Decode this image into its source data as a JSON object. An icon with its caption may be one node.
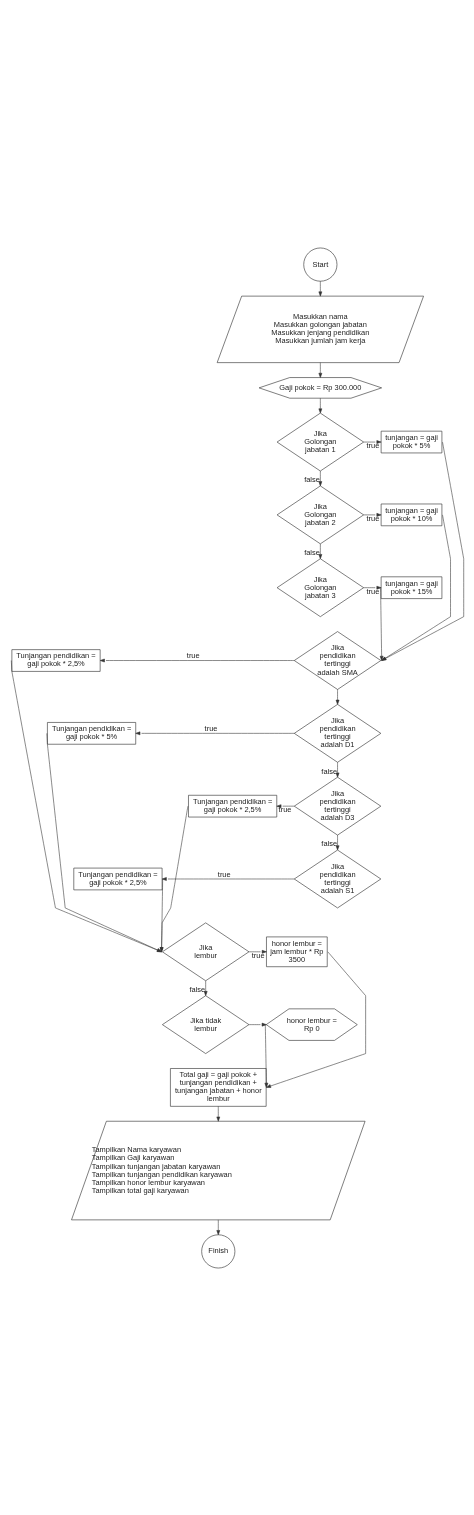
{
  "diagram": {
    "nodes": [
      {
        "text": [
          "Start"
        ]
      },
      {
        "text": [
          "Masukkan nama",
          "Masukkan golongan jabatan",
          "Masukkan jenjang pendidikan",
          "Masukkan jumlah jam kerja"
        ]
      },
      {
        "text": [
          "Gaji pokok = Rp 300.000"
        ]
      },
      {
        "text": [
          "Jika Golongan jabatan 1"
        ]
      },
      {
        "text": [
          "tunjangan = gaji pokok * 5%"
        ]
      },
      {
        "text": [
          "Jika Golongan jabatan 2"
        ]
      },
      {
        "text": [
          "tunjangan = gaji pokok * 10%"
        ]
      },
      {
        "text": [
          "Jika Golongan jabatan 3"
        ]
      },
      {
        "text": [
          "tunjangan = gaji pokok * 15%"
        ]
      },
      {
        "text": [
          "Jika pendidikan tertinggi adalah SMA"
        ]
      },
      {
        "text": [
          "Tunjangan pendidikan = gaji pokok * 2,5%"
        ]
      },
      {
        "text": [
          "Jika pendidikan tertinggi adalah D1"
        ]
      },
      {
        "text": [
          "Tunjangan pendidikan = gaji pokok * 5%"
        ]
      },
      {
        "text": [
          "Jika pendidikan tertinggi adalah D3"
        ]
      },
      {
        "text": [
          "Tunjangan pendidikan = gaji pokok * 2,5%"
        ]
      },
      {
        "text": [
          "Jika pendidikan tertinggi adalah S1"
        ]
      },
      {
        "text": [
          "Tunjangan pendidikan = gaji pokok * 2,5%"
        ]
      },
      {
        "text": [
          "Jika lembur"
        ]
      },
      {
        "text": [
          "honor lembur = jam lembur * Rp 3500"
        ]
      },
      {
        "text": [
          "Jika tidak lembur"
        ]
      },
      {
        "text": [
          "honor lembur = Rp 0"
        ]
      },
      {
        "text": [
          "Total gaji = gaji pokok + tunjangan pendidikan + tunjangan jabatan + honor lembur"
        ]
      },
      {
        "text": [
          "Tampilkan Nama karyawan",
          "Tampilkan Gaji karyawan",
          "Tampilkan tunjangan jabatan karyawan",
          "Tampilkan tunjangan pendidikan karyawan",
          "Tampilkan honor lembur karyawan",
          "Tampilkan total gaji karyawan"
        ]
      },
      {
        "text": [
          "Finish"
        ]
      }
    ],
    "edges": [
      {
        "from": 0,
        "to": 1,
        "arrow": "to"
      },
      {
        "from": 1,
        "to": 2,
        "arrow": "to"
      },
      {
        "from": 2,
        "to": 3,
        "arrow": "to"
      },
      {
        "from": 3,
        "to": 4,
        "arrow": "to",
        "label": "true"
      },
      {
        "from": 3,
        "to": 5,
        "arrow": "to",
        "label": "false"
      },
      {
        "from": 5,
        "to": 6,
        "arrow": "to",
        "label": "true"
      },
      {
        "from": 5,
        "to": 7,
        "arrow": "to",
        "label": "false"
      },
      {
        "from": 7,
        "to": 8,
        "arrow": "to",
        "label": "true"
      },
      {
        "from": 4,
        "to": 9,
        "arrow": "to"
      },
      {
        "from": 6,
        "to": 9,
        "arrow": "to"
      },
      {
        "from": 8,
        "to": 9,
        "arrow": "to"
      },
      {
        "from": 9,
        "to": 10,
        "arrow": "to",
        "label": "true"
      },
      {
        "from": 9,
        "to": 11,
        "arrow": "to"
      },
      {
        "from": 11,
        "to": 12,
        "arrow": "to",
        "label": "true"
      },
      {
        "from": 11,
        "to": 13,
        "arrow": "to",
        "label": "false"
      },
      {
        "from": 13,
        "to": 14,
        "arrow": "to",
        "label": "true"
      },
      {
        "from": 13,
        "to": 15,
        "arrow": "to",
        "label": "false"
      },
      {
        "from": 15,
        "to": 16,
        "arrow": "to",
        "label": "true"
      },
      {
        "from": 10,
        "to": 17,
        "arrow": "to"
      },
      {
        "from": 12,
        "to": 17,
        "arrow": "to"
      },
      {
        "from": 14,
        "to": 17,
        "arrow": "to"
      },
      {
        "from": 16,
        "to": 17,
        "arrow": "to"
      },
      {
        "from": 17,
        "to": 18,
        "arrow": "to",
        "label": "true"
      },
      {
        "from": 17,
        "to": 19,
        "arrow": "to",
        "label": "false"
      },
      {
        "from": 19,
        "to": 20,
        "arrow": "to"
      },
      {
        "from": 18,
        "to": 21,
        "arrow": "to"
      },
      {
        "from": 20,
        "to": 21,
        "arrow": "to"
      },
      {
        "from": 21,
        "to": 22,
        "arrow": "to"
      },
      {
        "from": 22,
        "to": 23,
        "arrow": "to"
      }
    ]
  }
}
